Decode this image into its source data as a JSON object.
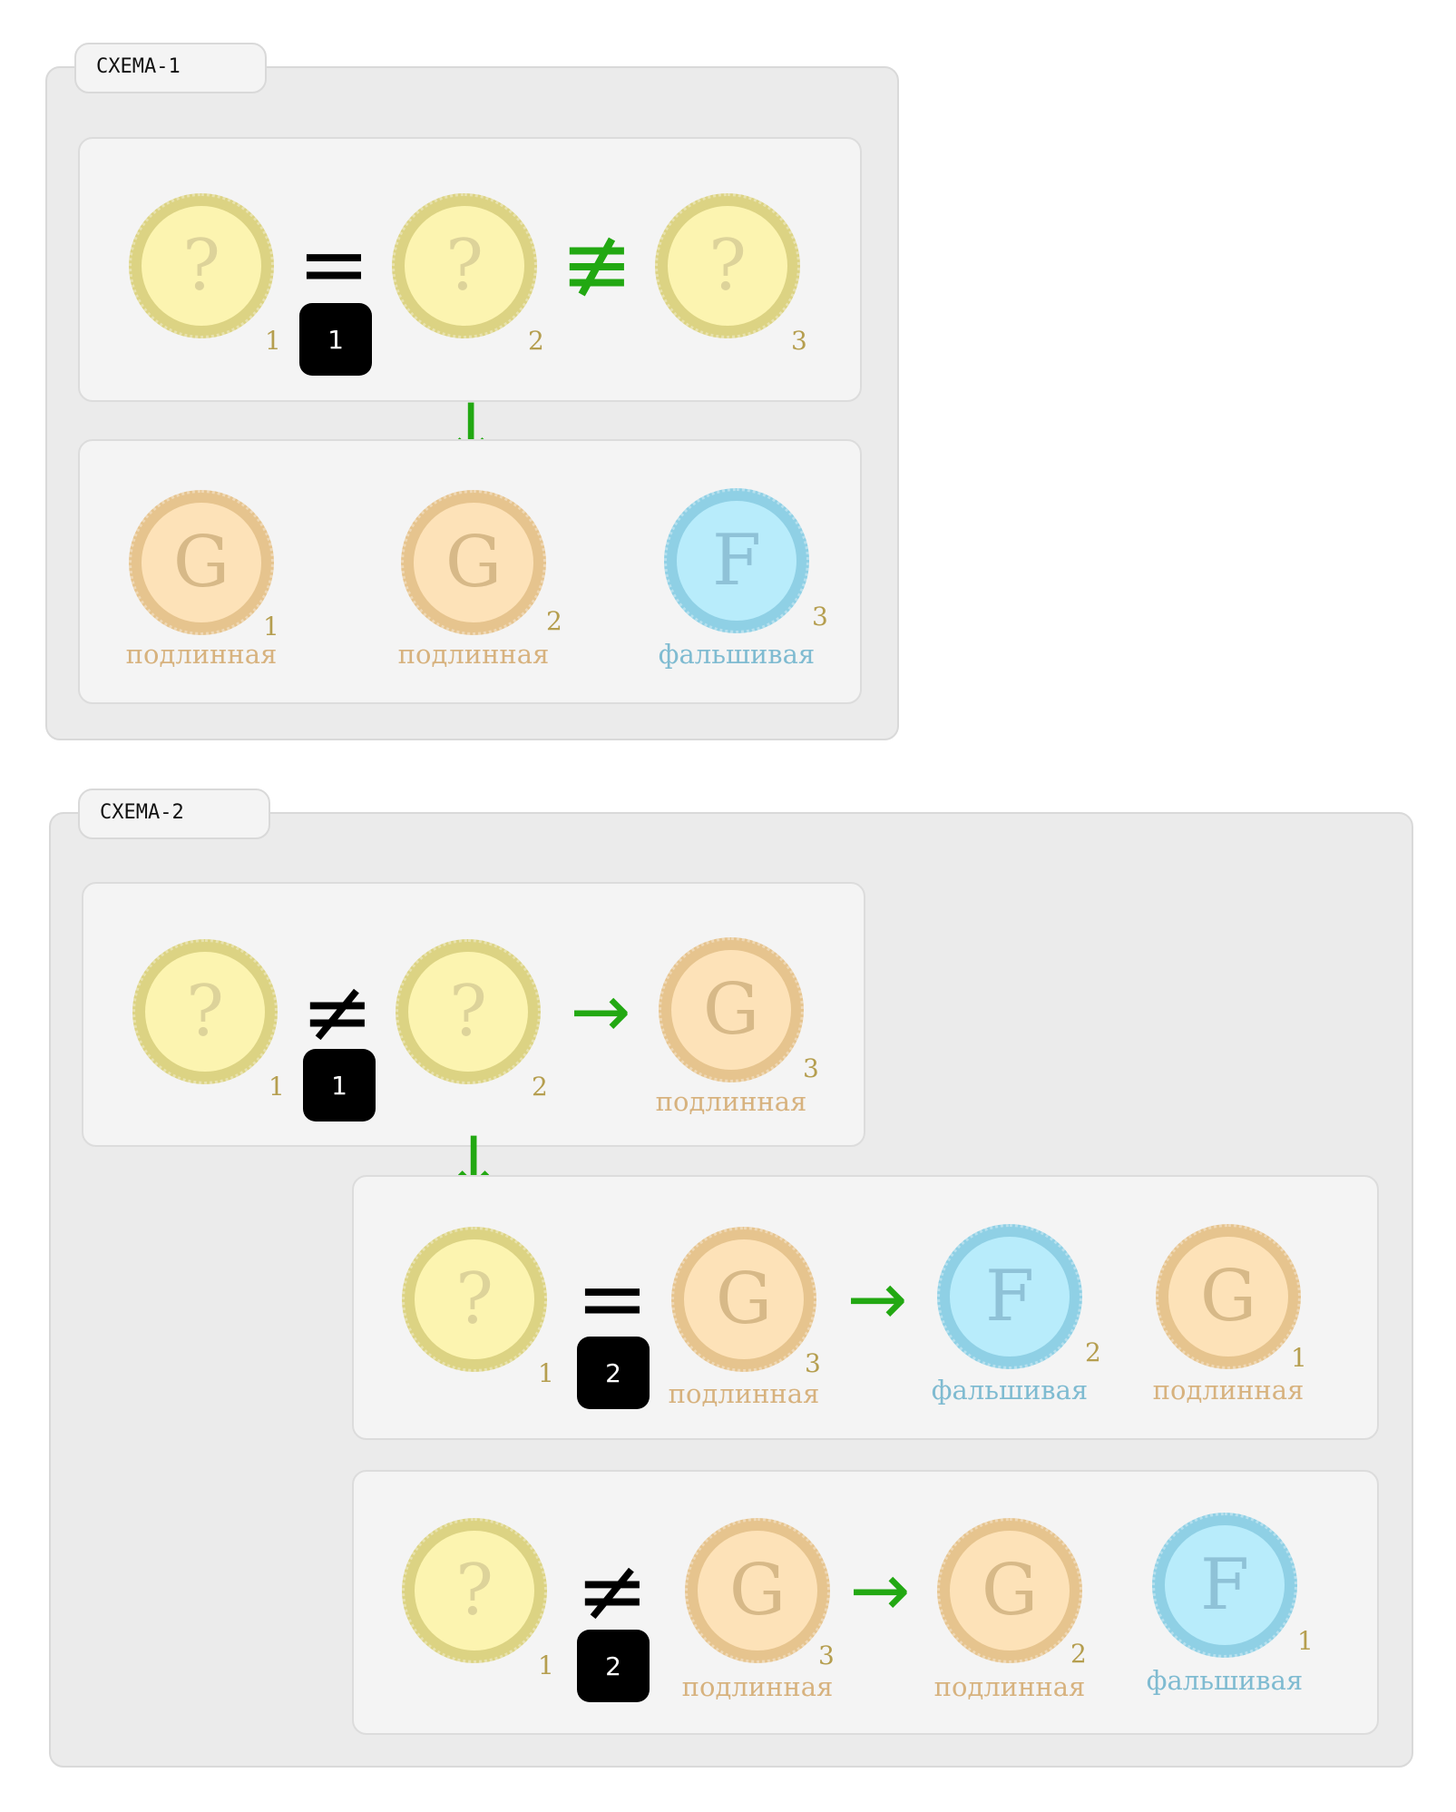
{
  "scheme1": {
    "title": "СХЕМА-1",
    "weighing": {
      "coins": [
        {
          "symbol": "?",
          "number": "1"
        },
        {
          "symbol": "?",
          "number": "2"
        },
        {
          "symbol": "?",
          "number": "3"
        }
      ],
      "relation_1_2": "=",
      "step": "1",
      "relation_2_3": "≢"
    },
    "arrow_down": "↓",
    "result": {
      "coins": [
        {
          "symbol": "G",
          "number": "1",
          "label": "подлинная"
        },
        {
          "symbol": "G",
          "number": "2",
          "label": "подлинная"
        },
        {
          "symbol": "F",
          "number": "3",
          "label": "фальшивая"
        }
      ]
    }
  },
  "scheme2": {
    "title": "СХЕМА-2",
    "panel_a": {
      "coins": [
        {
          "symbol": "?",
          "number": "1"
        },
        {
          "symbol": "?",
          "number": "2"
        },
        {
          "symbol": "G",
          "number": "3",
          "label": "подлинная"
        }
      ],
      "relation": "≠",
      "step": "1",
      "arrow": "→"
    },
    "arrow_down": "↓",
    "panel_b": {
      "coins": [
        {
          "symbol": "?",
          "number": "1"
        },
        {
          "symbol": "G",
          "number": "3",
          "label": "подлинная"
        },
        {
          "symbol": "F",
          "number": "2",
          "label": "фальшивая"
        },
        {
          "symbol": "G",
          "number": "1",
          "label": "подлинная"
        }
      ],
      "relation": "=",
      "step": "2",
      "arrow": "→"
    },
    "panel_c": {
      "coins": [
        {
          "symbol": "?",
          "number": "1"
        },
        {
          "symbol": "G",
          "number": "3",
          "label": "подлинная"
        },
        {
          "symbol": "G",
          "number": "2",
          "label": "подлинная"
        },
        {
          "symbol": "F",
          "number": "1",
          "label": "фальшивая"
        }
      ],
      "relation": "≠",
      "step": "2",
      "arrow": "→"
    }
  },
  "colors": {
    "unknown_coin": "#fcf4b0",
    "genuine_coin": "#fde2b8",
    "fake_coin": "#b8ecfb",
    "arrow_green": "#22a812"
  }
}
